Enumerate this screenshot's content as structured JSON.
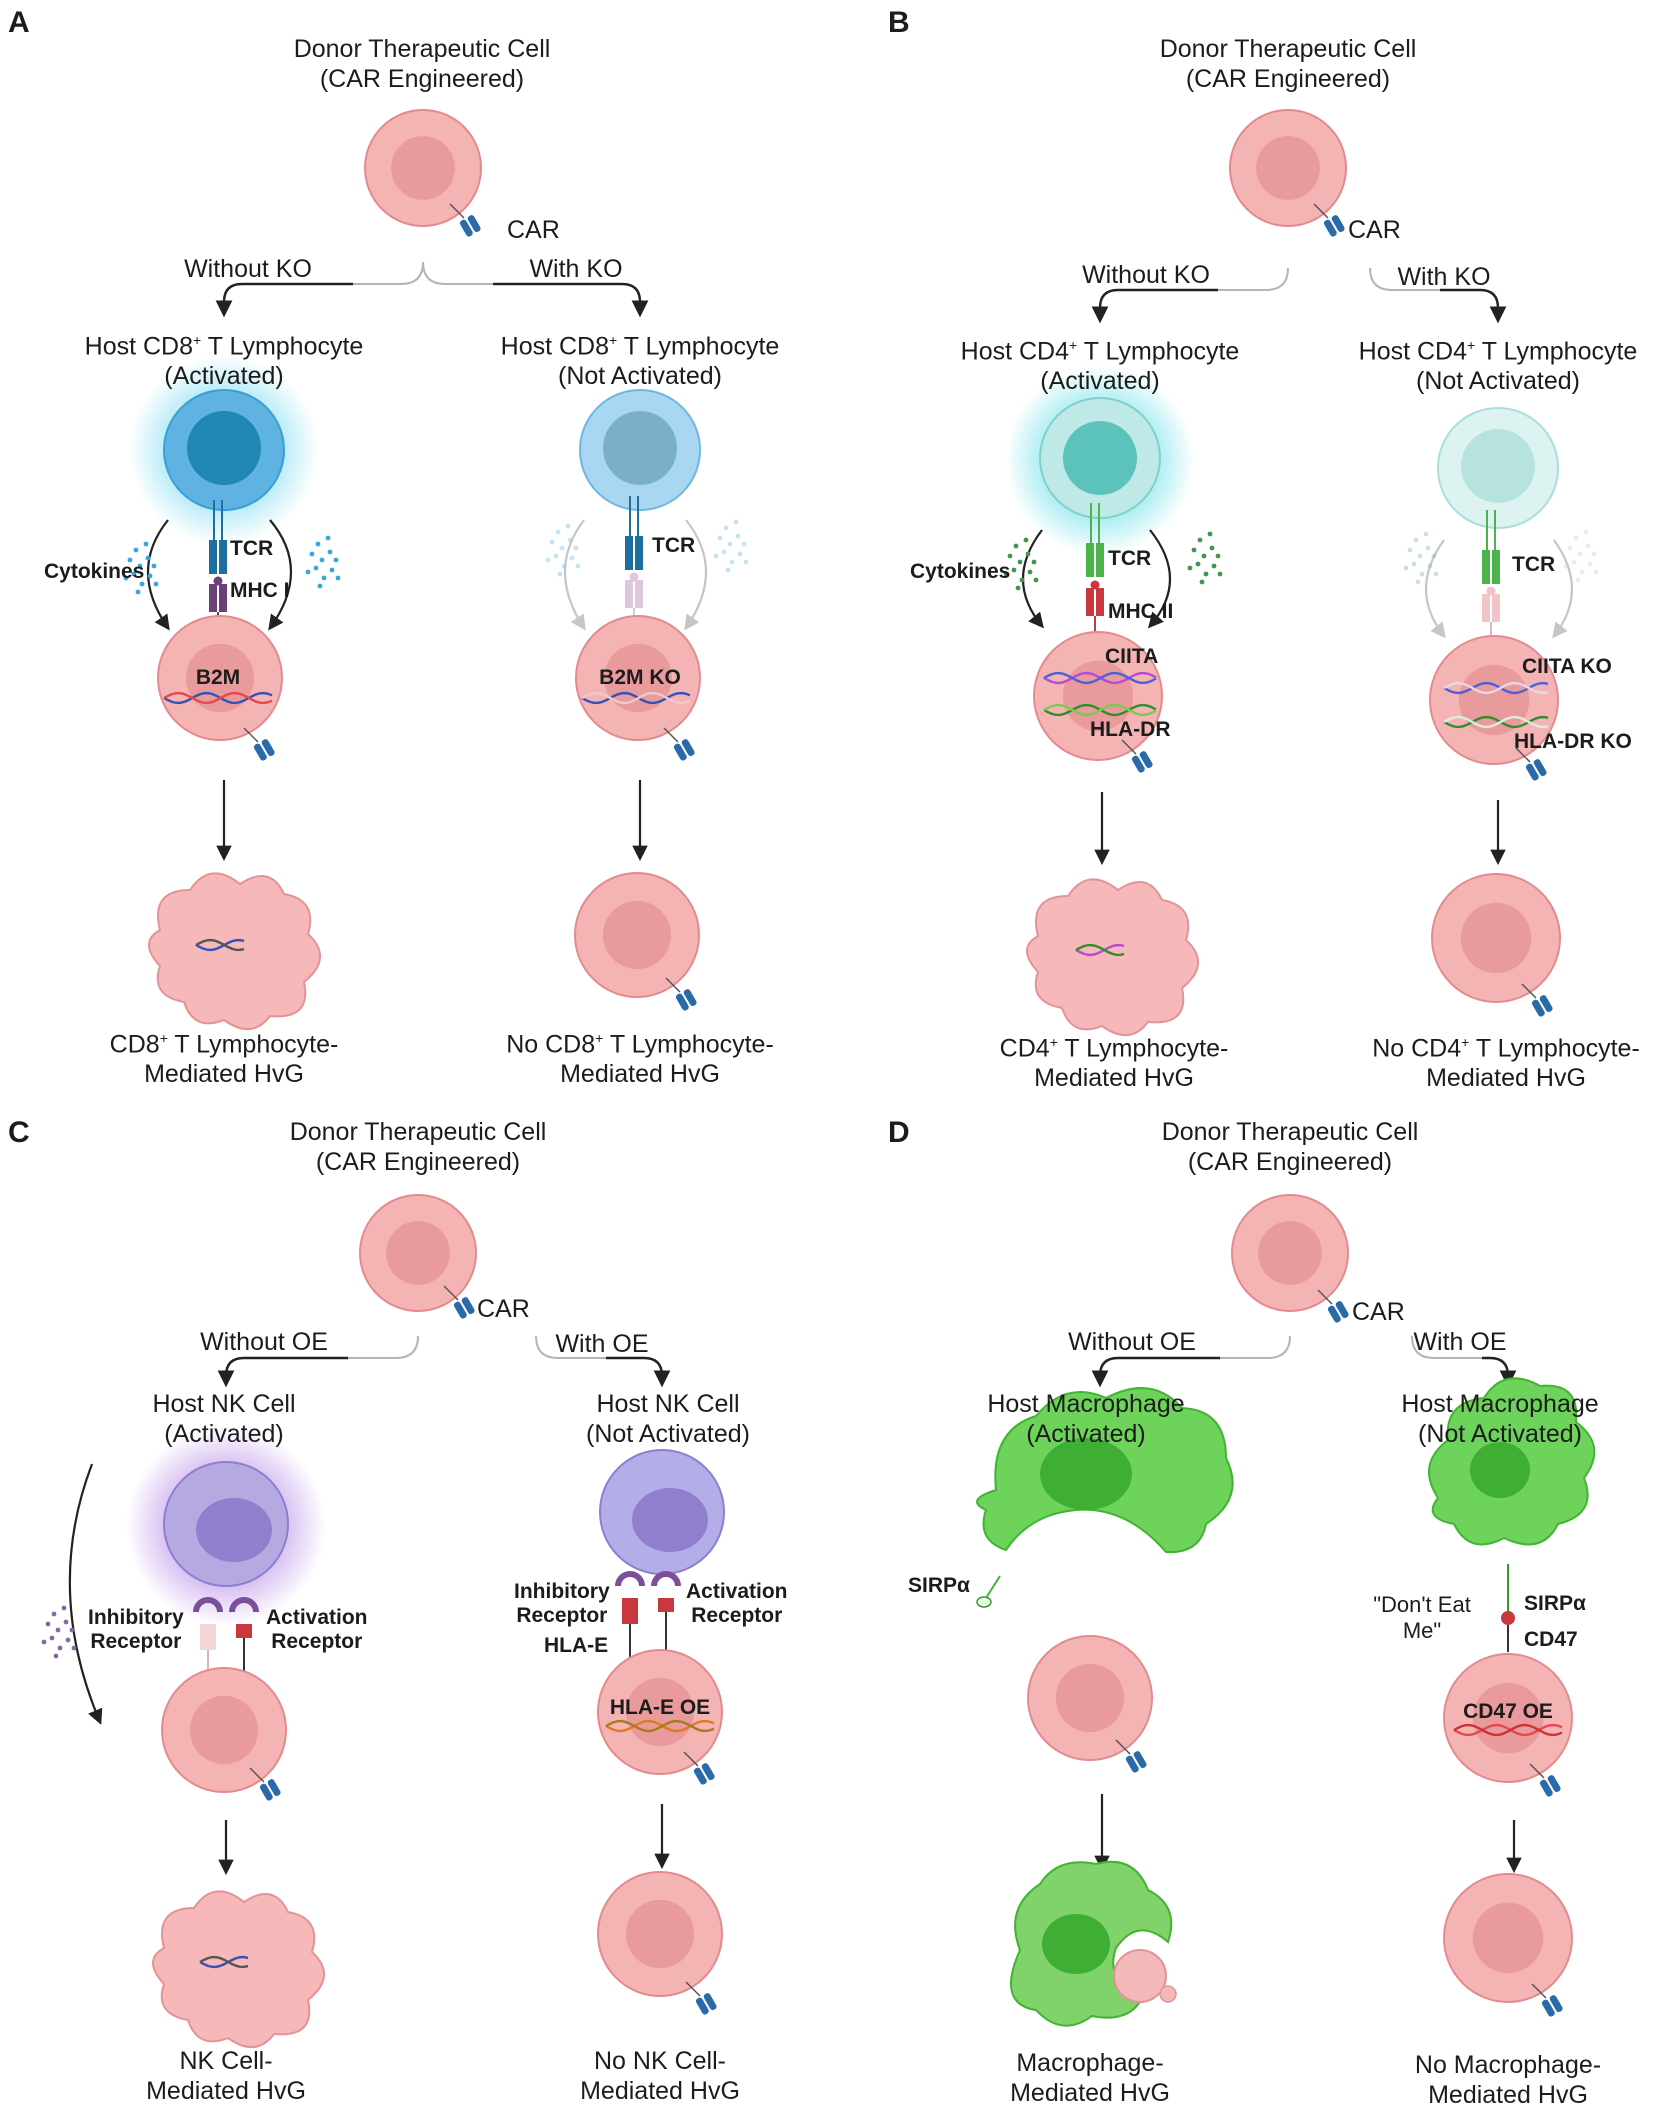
{
  "panels": [
    {
      "letter": "A",
      "donor": {
        "line1": "Donor Therapeutic Cell",
        "line2": "(CAR Engineered)",
        "car": "CAR"
      },
      "left_branch": "Without KO",
      "right_branch": "With KO",
      "left_host": {
        "line1_pre": "Host CD8",
        "sup": "+",
        "line1_post": " T Lymphocyte",
        "line2": "(Activated)"
      },
      "right_host": {
        "line1_pre": "Host CD8",
        "sup": "+",
        "line1_post": " T Lymphocyte",
        "line2": "(Not Activated)"
      },
      "labels": {
        "cytokines": "Cytokines",
        "tcr_l": "TCR",
        "mhc": "MHC I",
        "gene_l": "B2M",
        "tcr_r": "TCR",
        "gene_r": "B2M KO"
      },
      "left_outcome": {
        "line1_pre": "CD8",
        "sup": "+",
        "line1_post": " T Lymphocyte-",
        "line2": "Mediated HvG"
      },
      "right_outcome": {
        "line1_pre": "No CD8",
        "sup": "+",
        "line1_post": " T Lymphocyte-",
        "line2": "Mediated HvG"
      }
    },
    {
      "letter": "B",
      "donor": {
        "line1": "Donor Therapeutic Cell",
        "line2": "(CAR Engineered)",
        "car": "CAR"
      },
      "left_branch": "Without KO",
      "right_branch": "With KO",
      "left_host": {
        "line1_pre": "Host CD4",
        "sup": "+",
        "line1_post": " T Lymphocyte",
        "line2": "(Activated)"
      },
      "right_host": {
        "line1_pre": "Host CD4",
        "sup": "+",
        "line1_post": " T Lymphocyte",
        "line2": "(Not Activated)"
      },
      "labels": {
        "cytokines": "Cytokines",
        "tcr_l": "TCR",
        "mhc": "MHC II",
        "gene_l1": "CIITA",
        "gene_l2": "HLA-DR",
        "tcr_r": "TCR",
        "gene_r1": "CIITA KO",
        "gene_r2": "HLA-DR KO"
      },
      "left_outcome": {
        "line1_pre": "CD4",
        "sup": "+",
        "line1_post": " T Lymphocyte-",
        "line2": "Mediated HvG"
      },
      "right_outcome": {
        "line1_pre": "No CD4",
        "sup": "+",
        "line1_post": " T Lymphocyte-",
        "line2": "Mediated HvG"
      }
    },
    {
      "letter": "C",
      "donor": {
        "line1": "Donor Therapeutic Cell",
        "line2": "(CAR Engineered)",
        "car": "CAR"
      },
      "left_branch": "Without OE",
      "right_branch": "With OE",
      "left_host": {
        "line1": "Host NK Cell",
        "line2": "(Activated)"
      },
      "right_host": {
        "line1": "Host NK Cell",
        "line2": "(Not Activated)"
      },
      "labels": {
        "inhib_l1": "Inhibitory",
        "inhib_l2": "Receptor",
        "act_l1": "Activation",
        "act_l2": "Receptor",
        "inhib_r1": "Inhibitory",
        "inhib_r2": "Receptor",
        "hla": "HLA-E",
        "act_r1": "Activation",
        "act_r2": "Receptor",
        "gene_r": "HLA-E OE"
      },
      "left_outcome": {
        "line1": "NK Cell-",
        "line2": "Mediated HvG"
      },
      "right_outcome": {
        "line1": "No NK Cell-",
        "line2": "Mediated HvG"
      }
    },
    {
      "letter": "D",
      "donor": {
        "line1": "Donor Therapeutic Cell",
        "line2": "(CAR Engineered)",
        "car": "CAR"
      },
      "left_branch": "Without OE",
      "right_branch": "With OE",
      "left_host": {
        "line1": "Host Macrophage",
        "line2": "(Activated)"
      },
      "right_host": {
        "line1": "Host Macrophage",
        "line2": "(Not Activated)"
      },
      "labels": {
        "sirpa_l": "SIRPα",
        "dont_eat1": "\"Don't Eat",
        "dont_eat2": "Me\"",
        "sirpa_r": "SIRPα",
        "cd47": "CD47",
        "gene_r": "CD47 OE"
      },
      "left_outcome": {
        "line1": "Macrophage-",
        "line2": "Mediated HvG"
      },
      "right_outcome": {
        "line1": "No Macrophage-",
        "line2": "Mediated HvG"
      }
    }
  ],
  "colors": {
    "donor_cell": "#f4b4b4",
    "donor_nucleus": "#e99a9c",
    "donor_outline": "#e48a8e",
    "cd8_cell": "#5eb3e2",
    "cd8_nucleus": "#1f86b5",
    "cd4_cell": "#bfe9e6",
    "cd4_nucleus": "#5cc2bc",
    "nk_cell": "#b6a9e2",
    "nk_nucleus": "#8f7fcd",
    "macrophage": "#6ed35a",
    "macrophage_nucleus": "#3fae35",
    "car": "#2a6aa8",
    "tcr_blue": "#1f6ea2",
    "tcr_green": "#4bb54c",
    "mhc1": "#6b3f78",
    "mhc2": "#c8383e",
    "arrow": "#222222"
  },
  "icons": [
    "car-icon",
    "tcr-icon",
    "mhc-icon",
    "dna-icon",
    "cytokine-dots-icon",
    "arrow-icon"
  ]
}
